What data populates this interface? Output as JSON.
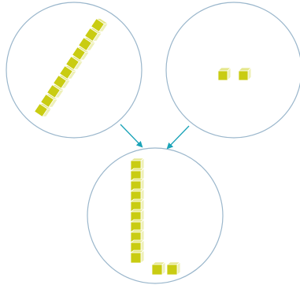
{
  "colors": {
    "circle_stroke": "#9bb7cc",
    "arrow": "#1aa3b8",
    "cube_front": "#c9cc12",
    "cube_top": "#e4e68a",
    "cube_side": "#eef0b8",
    "cube_edge": "#ffffff"
  },
  "groups": [
    {
      "name": "ten-rod",
      "shape": "rod",
      "count": 10
    },
    {
      "name": "two-ones",
      "shape": "unit-cubes",
      "count": 2
    },
    {
      "name": "result",
      "shape": "rod-plus-units",
      "rod_count": 10,
      "unit_count": 2
    }
  ]
}
